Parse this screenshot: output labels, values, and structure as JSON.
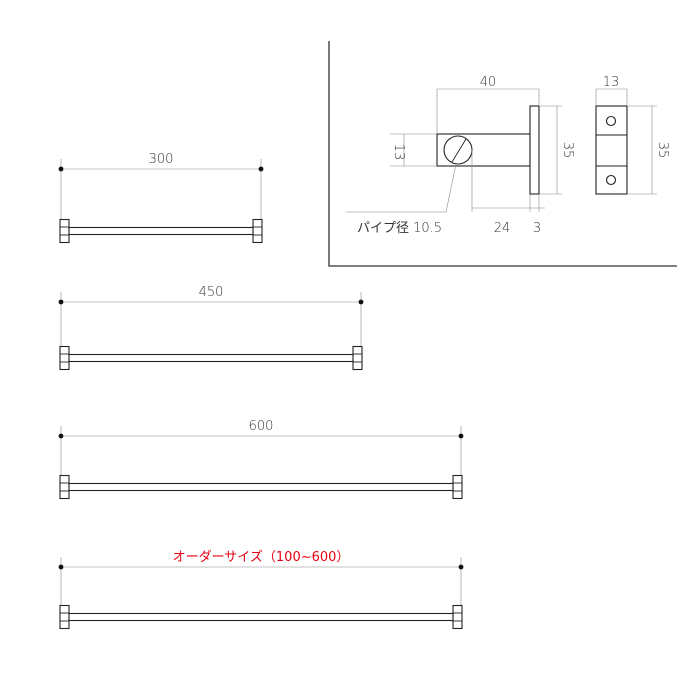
{
  "detail": {
    "pipe_label": "パイプ径 10.5",
    "dim_bracket_length": "40",
    "dim_bracket_height": "13",
    "dim_plate_height": "35",
    "dim_stem": "24",
    "dim_plate_thickness": "3",
    "dim_front_width": "13",
    "dim_front_height": "35"
  },
  "bars": [
    {
      "label": "300",
      "red": false,
      "length": 300
    },
    {
      "label": "450",
      "red": false,
      "length": 450
    },
    {
      "label": "600",
      "red": false,
      "length": 600
    },
    {
      "label": "オーダーサイズ（100~600）",
      "red": true,
      "length": 600
    }
  ],
  "colors": {
    "accent_red": "#e60012",
    "line": "#222222",
    "dimension": "#888888"
  }
}
